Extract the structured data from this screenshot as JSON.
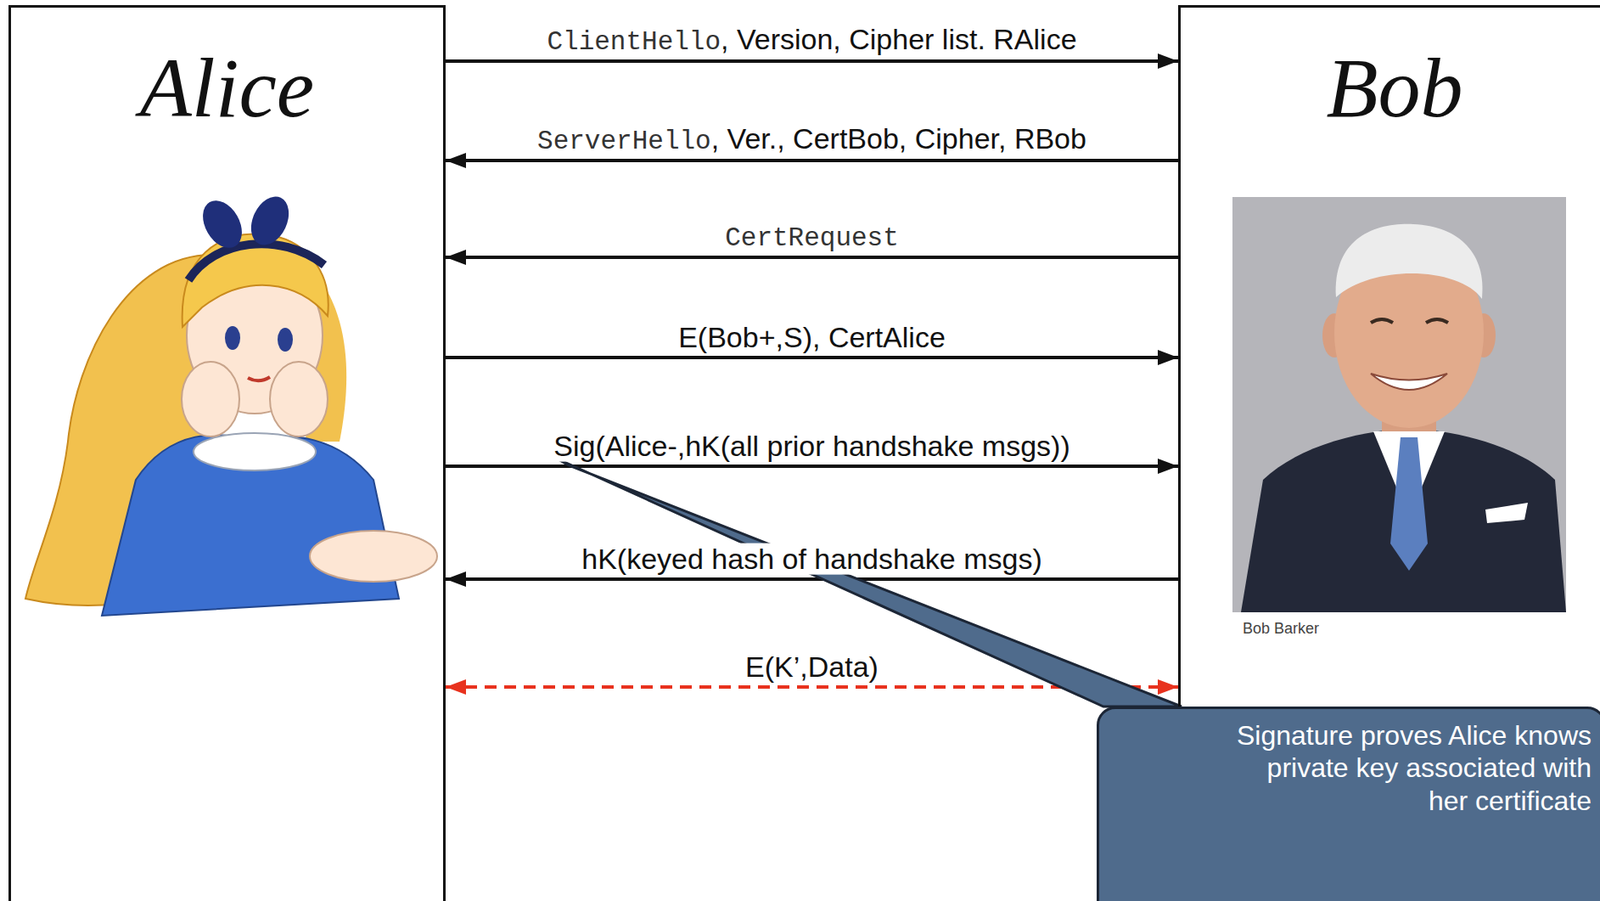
{
  "diagram": {
    "nodes": [
      {
        "text": [
          "Alice"
        ]
      },
      {
        "text": [
          "Bob"
        ]
      },
      {
        "text": [
          "Signature proves Alice knows private key associated with her certificate"
        ]
      }
    ],
    "edges": [
      {
        "from": 0,
        "to": 1,
        "label": "ClientHello, Version, Cipher list. RAlice",
        "arrow": "to"
      },
      {
        "from": 1,
        "to": 0,
        "label": "ServerHello, Ver., CertBob, Cipher, RBob",
        "arrow": "to"
      },
      {
        "from": 1,
        "to": 0,
        "label": "CertRequest",
        "arrow": "to"
      },
      {
        "from": 0,
        "to": 1,
        "label": "E(Bob+,S), CertAlice",
        "arrow": "to"
      },
      {
        "from": 0,
        "to": 1,
        "label": "Sig(Alice-,hK(all prior handshake msgs))",
        "arrow": "to"
      },
      {
        "from": 1,
        "to": 0,
        "label": "hK(keyed hash of handshake msgs)",
        "arrow": "to"
      },
      {
        "from": 0,
        "to": 1,
        "label": "E(K’,Data)",
        "arrow": "both"
      }
    ],
    "labels": [
      "Bob Barker"
    ]
  }
}
